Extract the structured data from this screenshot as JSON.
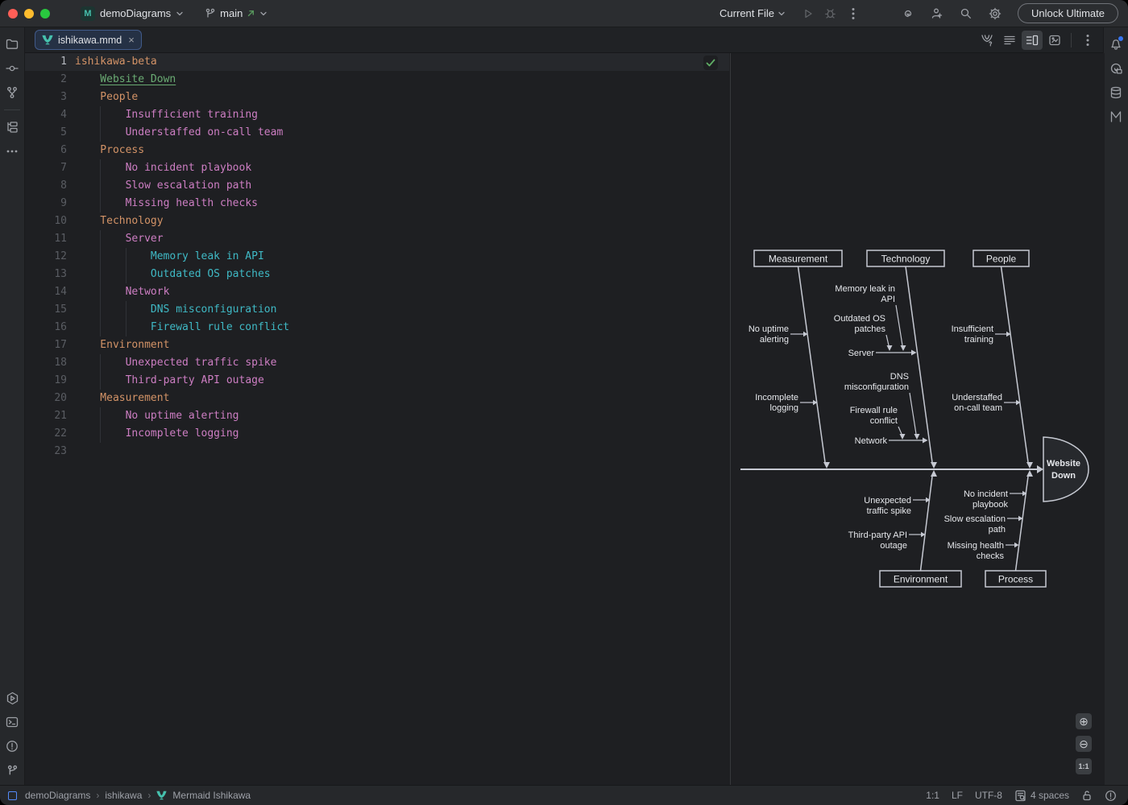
{
  "titlebar": {
    "project": "demoDiagrams",
    "branch": "main",
    "run_config": "Current File",
    "unlock": "Unlock Ultimate"
  },
  "tabbar": {
    "tab": "ishikawa.mmd",
    "close": "×"
  },
  "editor": {
    "lines": [
      {
        "n": 1,
        "indent": 0,
        "text": "ishikawa-beta",
        "type": "root"
      },
      {
        "n": 2,
        "indent": 1,
        "text": "Website Down",
        "type": "problem"
      },
      {
        "n": 3,
        "indent": 1,
        "text": "People",
        "type": "category"
      },
      {
        "n": 4,
        "indent": 2,
        "text": "Insufficient training",
        "type": "cause"
      },
      {
        "n": 5,
        "indent": 2,
        "text": "Understaffed on-call team",
        "type": "cause"
      },
      {
        "n": 6,
        "indent": 1,
        "text": "Process",
        "type": "category"
      },
      {
        "n": 7,
        "indent": 2,
        "text": "No incident playbook",
        "type": "cause"
      },
      {
        "n": 8,
        "indent": 2,
        "text": "Slow escalation path",
        "type": "cause"
      },
      {
        "n": 9,
        "indent": 2,
        "text": "Missing health checks",
        "type": "cause"
      },
      {
        "n": 10,
        "indent": 1,
        "text": "Technology",
        "type": "category"
      },
      {
        "n": 11,
        "indent": 2,
        "text": "Server",
        "type": "cause"
      },
      {
        "n": 12,
        "indent": 3,
        "text": "Memory leak in API",
        "type": "subcause"
      },
      {
        "n": 13,
        "indent": 3,
        "text": "Outdated OS patches",
        "type": "subcause"
      },
      {
        "n": 14,
        "indent": 2,
        "text": "Network",
        "type": "cause"
      },
      {
        "n": 15,
        "indent": 3,
        "text": "DNS misconfiguration",
        "type": "subcause"
      },
      {
        "n": 16,
        "indent": 3,
        "text": "Firewall rule conflict",
        "type": "subcause"
      },
      {
        "n": 17,
        "indent": 1,
        "text": "Environment",
        "type": "category"
      },
      {
        "n": 18,
        "indent": 2,
        "text": "Unexpected traffic spike",
        "type": "cause"
      },
      {
        "n": 19,
        "indent": 2,
        "text": "Third-party API outage",
        "type": "cause"
      },
      {
        "n": 20,
        "indent": 1,
        "text": "Measurement",
        "type": "category"
      },
      {
        "n": 21,
        "indent": 2,
        "text": "No uptime alerting",
        "type": "cause"
      },
      {
        "n": 22,
        "indent": 2,
        "text": "Incomplete logging",
        "type": "cause"
      },
      {
        "n": 23,
        "indent": 0,
        "text": "",
        "type": "empty"
      }
    ]
  },
  "diagram": {
    "problem": "Website Down",
    "head": [
      "Website",
      "Down"
    ],
    "boxes": {
      "measurement": "Measurement",
      "technology": "Technology",
      "people": "People",
      "environment": "Environment",
      "process": "Process"
    },
    "sub": {
      "server": "Server",
      "network": "Network"
    },
    "labels": {
      "no_uptime": [
        "No uptime",
        "alerting"
      ],
      "incomplete": [
        "Incomplete",
        "logging"
      ],
      "memory": [
        "Memory leak in",
        "API"
      ],
      "outdated": [
        "Outdated OS",
        "patches"
      ],
      "dns": [
        "DNS",
        "misconfiguration"
      ],
      "firewall": [
        "Firewall rule",
        "conflict"
      ],
      "insufficient": [
        "Insufficient",
        "training"
      ],
      "understaffed": [
        "Understaffed",
        "on-call team"
      ],
      "unexpected": [
        "Unexpected",
        "traffic spike"
      ],
      "thirdparty": [
        "Third-party API",
        "outage"
      ],
      "no_incident": [
        "No incident",
        "playbook"
      ],
      "slow": [
        "Slow escalation",
        "path"
      ],
      "missing": [
        "Missing health",
        "checks"
      ]
    },
    "zoom_controls": {
      "zoom_in": "⊕",
      "zoom_out": "⊖",
      "reset": "1:1"
    }
  },
  "statusbar": {
    "breadcrumbs": [
      "demoDiagrams",
      "ishikawa",
      "Mermaid Ishikawa"
    ],
    "separator": "›",
    "position": "1:1",
    "line_ending": "LF",
    "encoding": "UTF-8",
    "indent": "4 spaces"
  },
  "colors": {
    "accent": "#3574f0",
    "mermaid_teal": "#46c0ad",
    "code_orange": "#d39367",
    "code_pink": "#cd7ec3",
    "code_teal": "#3fb9c5",
    "code_green": "#6aab73",
    "diagram_stroke": "#c6c9d2"
  }
}
